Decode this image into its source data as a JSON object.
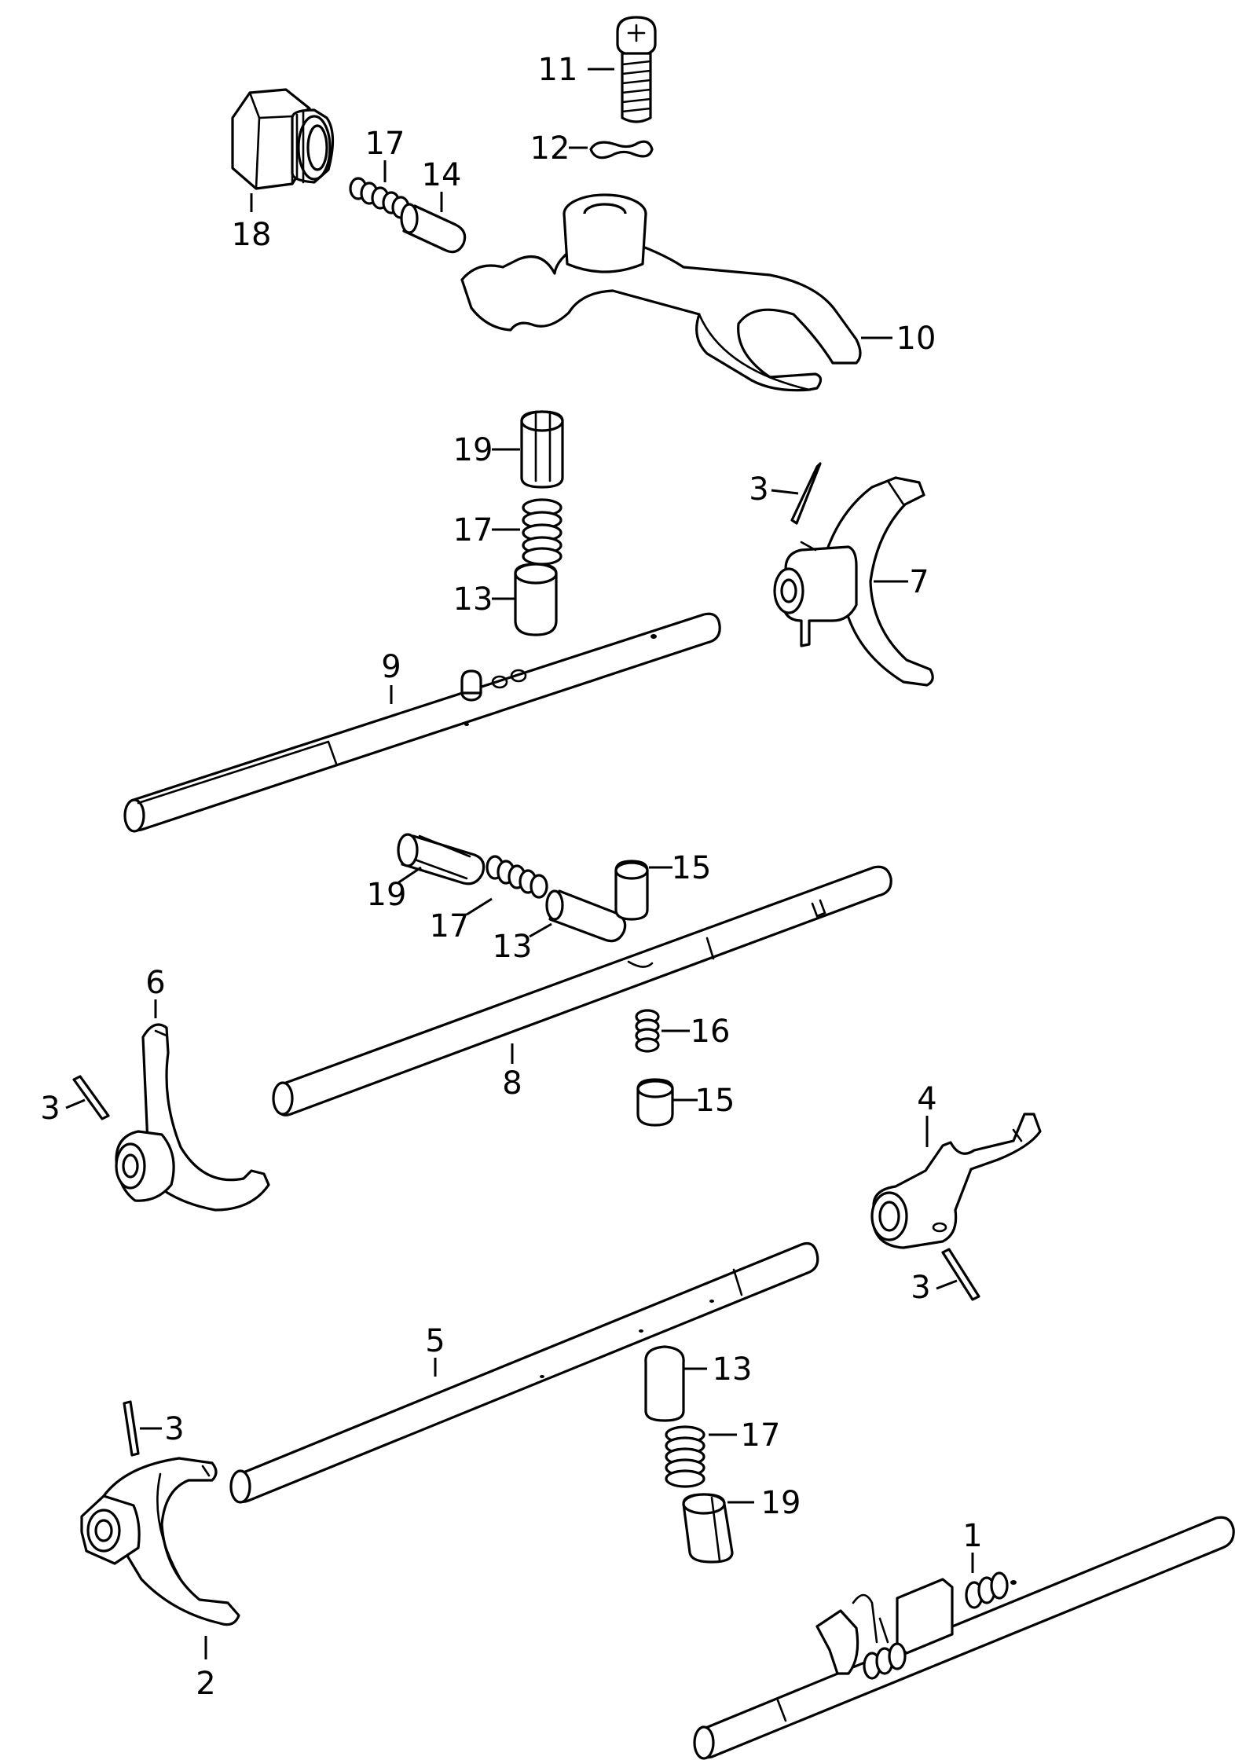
{
  "callouts": [
    {
      "id": "c11a",
      "label": "11"
    },
    {
      "id": "c12a",
      "label": "12"
    },
    {
      "id": "c17a",
      "label": "17"
    },
    {
      "id": "c14a",
      "label": "14"
    },
    {
      "id": "c18a",
      "label": "18"
    },
    {
      "id": "c10a",
      "label": "10"
    },
    {
      "id": "c19a",
      "label": "19"
    },
    {
      "id": "c17b",
      "label": "17"
    },
    {
      "id": "c13a",
      "label": "13"
    },
    {
      "id": "c3a",
      "label": "3"
    },
    {
      "id": "c7a",
      "label": "7"
    },
    {
      "id": "c9a",
      "label": "9"
    },
    {
      "id": "c15a",
      "label": "15"
    },
    {
      "id": "c19b",
      "label": "19"
    },
    {
      "id": "c17c",
      "label": "17"
    },
    {
      "id": "c13b",
      "label": "13"
    },
    {
      "id": "c6a",
      "label": "6"
    },
    {
      "id": "c3b",
      "label": "3"
    },
    {
      "id": "c8a",
      "label": "8"
    },
    {
      "id": "c16a",
      "label": "16"
    },
    {
      "id": "c15b",
      "label": "15"
    },
    {
      "id": "c4a",
      "label": "4"
    },
    {
      "id": "c3c",
      "label": "3"
    },
    {
      "id": "c5a",
      "label": "5"
    },
    {
      "id": "c13c",
      "label": "13"
    },
    {
      "id": "c3d",
      "label": "3"
    },
    {
      "id": "c17d",
      "label": "17"
    },
    {
      "id": "c19c",
      "label": "19"
    },
    {
      "id": "c1a",
      "label": "1"
    },
    {
      "id": "c2a",
      "label": "2"
    }
  ]
}
